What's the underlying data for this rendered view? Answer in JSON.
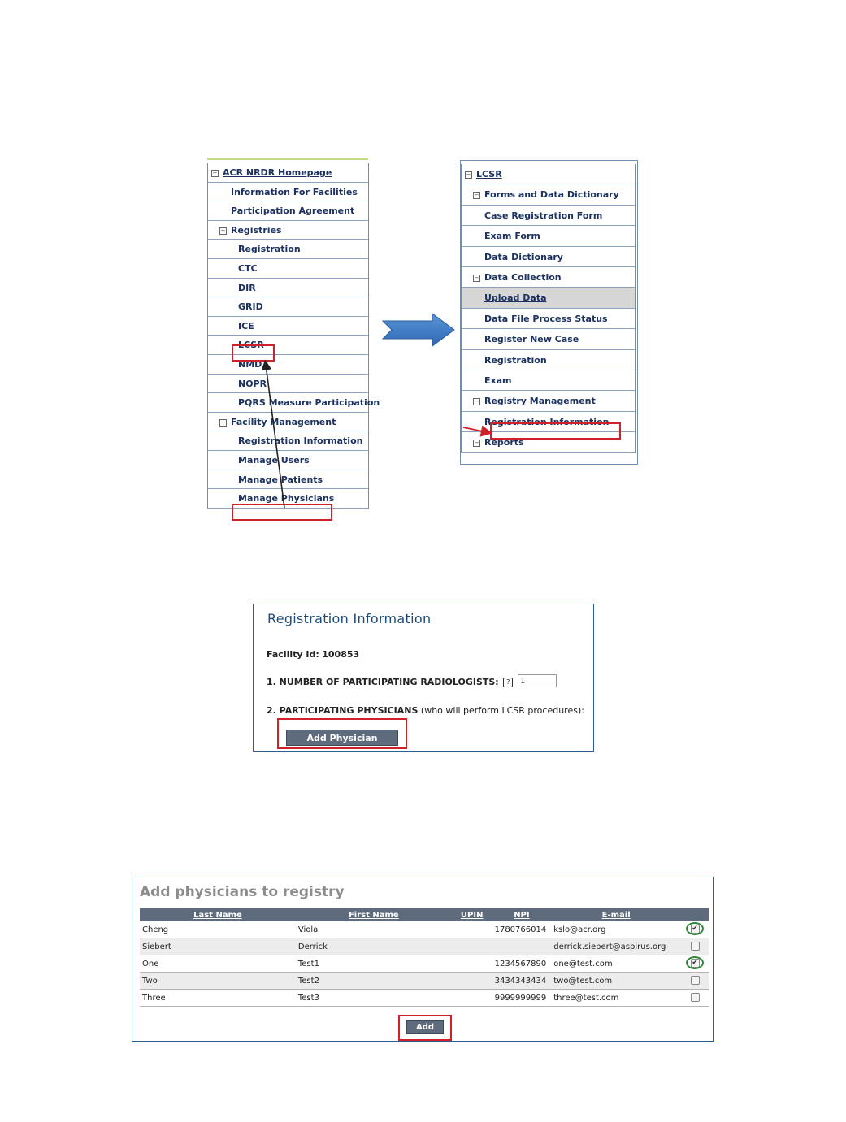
{
  "left_nav": {
    "items": [
      {
        "label": "ACR NRDR Homepage",
        "level": 0,
        "collapsible": true,
        "link": true
      },
      {
        "label": "Information For Facilities",
        "level": 2
      },
      {
        "label": "Participation Agreement",
        "level": 2
      },
      {
        "label": "Registries",
        "level": 1,
        "collapsible": true
      },
      {
        "label": "Registration",
        "level": 3
      },
      {
        "label": "CTC",
        "level": 3
      },
      {
        "label": "DIR",
        "level": 3
      },
      {
        "label": "GRID",
        "level": 3
      },
      {
        "label": "ICE",
        "level": 3
      },
      {
        "label": "LCSR",
        "level": 3,
        "highlighted": true
      },
      {
        "label": "NMD",
        "level": 3
      },
      {
        "label": "NOPR",
        "level": 3
      },
      {
        "label": "PQRS Measure Participation",
        "level": 3
      },
      {
        "label": "Facility Management",
        "level": 1,
        "collapsible": true
      },
      {
        "label": "Registration Information",
        "level": 3
      },
      {
        "label": "Manage Users",
        "level": 3
      },
      {
        "label": "Manage Patients",
        "level": 3
      },
      {
        "label": "Manage Physicians",
        "level": 3,
        "highlighted": true
      }
    ]
  },
  "right_nav": {
    "items": [
      {
        "label": "LCSR",
        "level": 0,
        "collapsible": true,
        "link": true
      },
      {
        "label": "Forms and Data Dictionary",
        "level": 1,
        "collapsible": true
      },
      {
        "label": "Case Registration Form",
        "level": 2
      },
      {
        "label": "Exam Form",
        "level": 2
      },
      {
        "label": "Data Dictionary",
        "level": 2
      },
      {
        "label": "Data Collection",
        "level": 1,
        "collapsible": true
      },
      {
        "label": "Upload Data",
        "level": 2,
        "active": true,
        "link": true
      },
      {
        "label": "Data File Process Status",
        "level": 2
      },
      {
        "label": "Register New Case",
        "level": 2
      },
      {
        "label": "Registration",
        "level": 2
      },
      {
        "label": "Exam",
        "level": 2
      },
      {
        "label": "Registry Management",
        "level": 1,
        "collapsible": true
      },
      {
        "label": "Registration Information",
        "level": 2,
        "highlighted": true
      },
      {
        "label": "Reports",
        "level": 1,
        "collapsible": true
      }
    ]
  },
  "registration": {
    "title": "Registration Information",
    "facility_label": "Facility Id:",
    "facility_id": "100853",
    "q1_label": "1. NUMBER OF PARTICIPATING RADIOLOGISTS:",
    "q1_value": "1",
    "q2_label": "2. PARTICIPATING PHYSICIANS",
    "q2_note": "(who will perform LCSR procedures):",
    "add_physician_button": "Add Physician"
  },
  "physicians": {
    "title": "Add physicians to registry",
    "columns": [
      "Last Name",
      "First Name",
      "UPIN",
      "NPI",
      "E-mail"
    ],
    "rows": [
      {
        "last": "Cheng",
        "first": "Viola",
        "upin": "",
        "npi": "1780766014",
        "email": "kslo@acr.org",
        "checked": true
      },
      {
        "last": "Siebert",
        "first": "Derrick",
        "upin": "",
        "npi": "",
        "email": "derrick.siebert@aspirus.org",
        "checked": false
      },
      {
        "last": "One",
        "first": "Test1",
        "upin": "",
        "npi": "1234567890",
        "email": "one@test.com",
        "checked": true
      },
      {
        "last": "Two",
        "first": "Test2",
        "upin": "",
        "npi": "3434343434",
        "email": "two@test.com",
        "checked": false
      },
      {
        "last": "Three",
        "first": "Test3",
        "upin": "",
        "npi": "9999999999",
        "email": "three@test.com",
        "checked": false
      }
    ],
    "add_button": "Add"
  },
  "colors": {
    "nav_text": "#1b3160",
    "header_bar": "#5e6b7c",
    "highlight_red": "#d0202a",
    "check_ring": "#2e8a3a",
    "flow_arrow": "#3d7cc9"
  }
}
